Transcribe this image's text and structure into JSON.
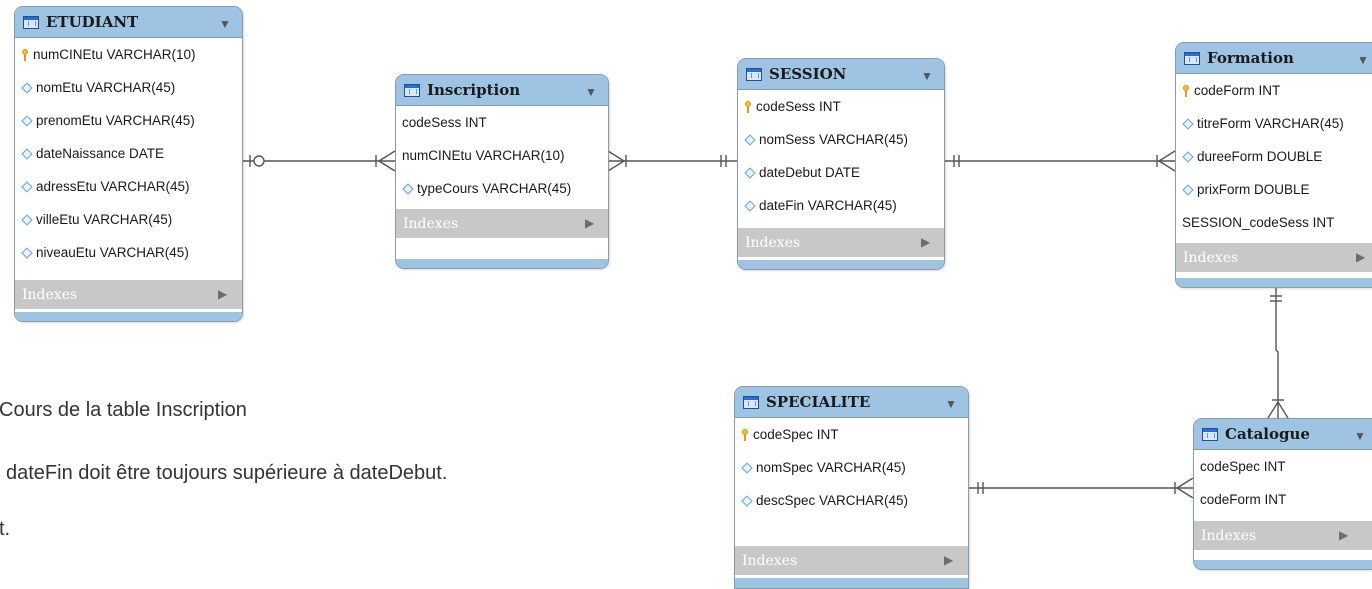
{
  "tables": {
    "etudiant": {
      "name": "ETUDIANT",
      "columns": [
        "numCINEtu VARCHAR(10)",
        "nomEtu VARCHAR(45)",
        "prenomEtu VARCHAR(45)",
        "dateNaissance DATE",
        "adressEtu VARCHAR(45)",
        "villeEtu VARCHAR(45)",
        "niveauEtu VARCHAR(45)"
      ],
      "indexes": "Indexes"
    },
    "inscription": {
      "name": "Inscription",
      "columns": [
        "codeSess INT",
        "numCINEtu VARCHAR(10)",
        "typeCours VARCHAR(45)"
      ],
      "indexes": "Indexes"
    },
    "session": {
      "name": "SESSION",
      "columns": [
        "codeSess INT",
        "nomSess VARCHAR(45)",
        "dateDebut DATE",
        "dateFin VARCHAR(45)"
      ],
      "indexes": "Indexes"
    },
    "formation": {
      "name": "Formation",
      "columns": [
        "codeForm INT",
        "titreForm VARCHAR(45)",
        "dureeForm DOUBLE",
        "prixForm DOUBLE",
        "SESSION_codeSess INT"
      ],
      "indexes": "Indexes"
    },
    "specialite": {
      "name": "SPECIALITE",
      "columns": [
        "codeSpec INT",
        "nomSpec VARCHAR(45)",
        "descSpec VARCHAR(45)"
      ],
      "indexes": "Indexes"
    },
    "catalogue": {
      "name": "Catalogue",
      "columns": [
        "codeSpec INT",
        "codeForm INT"
      ],
      "indexes": "Indexes"
    }
  },
  "notes": [
    "Cours de la table Inscription",
    "dateFin doit être toujours supérieure à dateDebut.",
    "t."
  ],
  "colors": {
    "header": "#9ec3e3",
    "indexes_bar": "#c8c8c8",
    "connector": "#555555",
    "primary_key": "#f2c230",
    "attribute_diamond": "#6aa3c8"
  }
}
